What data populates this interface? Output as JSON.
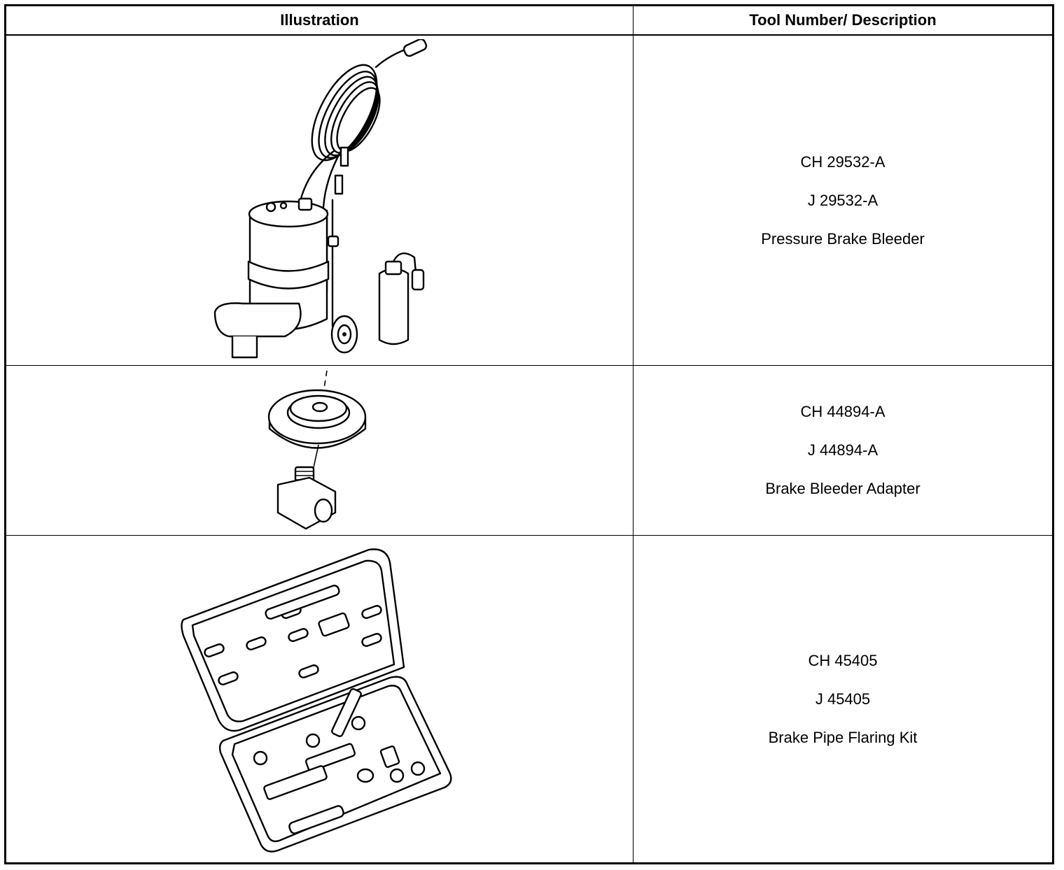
{
  "table": {
    "headers": [
      "Illustration",
      "Tool Number/ Description"
    ],
    "rows": [
      {
        "illustration_icon": "pressure-brake-bleeder-illustration",
        "numbers": [
          "CH 29532-A",
          "J 29532-A"
        ],
        "description": "Pressure Brake Bleeder"
      },
      {
        "illustration_icon": "brake-bleeder-adapter-illustration",
        "numbers": [
          "CH 44894-A",
          "J 44894-A"
        ],
        "description": "Brake Bleeder Adapter"
      },
      {
        "illustration_icon": "brake-pipe-flaring-kit-illustration",
        "numbers": [
          "CH 45405",
          "J 45405"
        ],
        "description": "Brake Pipe Flaring Kit"
      }
    ]
  }
}
